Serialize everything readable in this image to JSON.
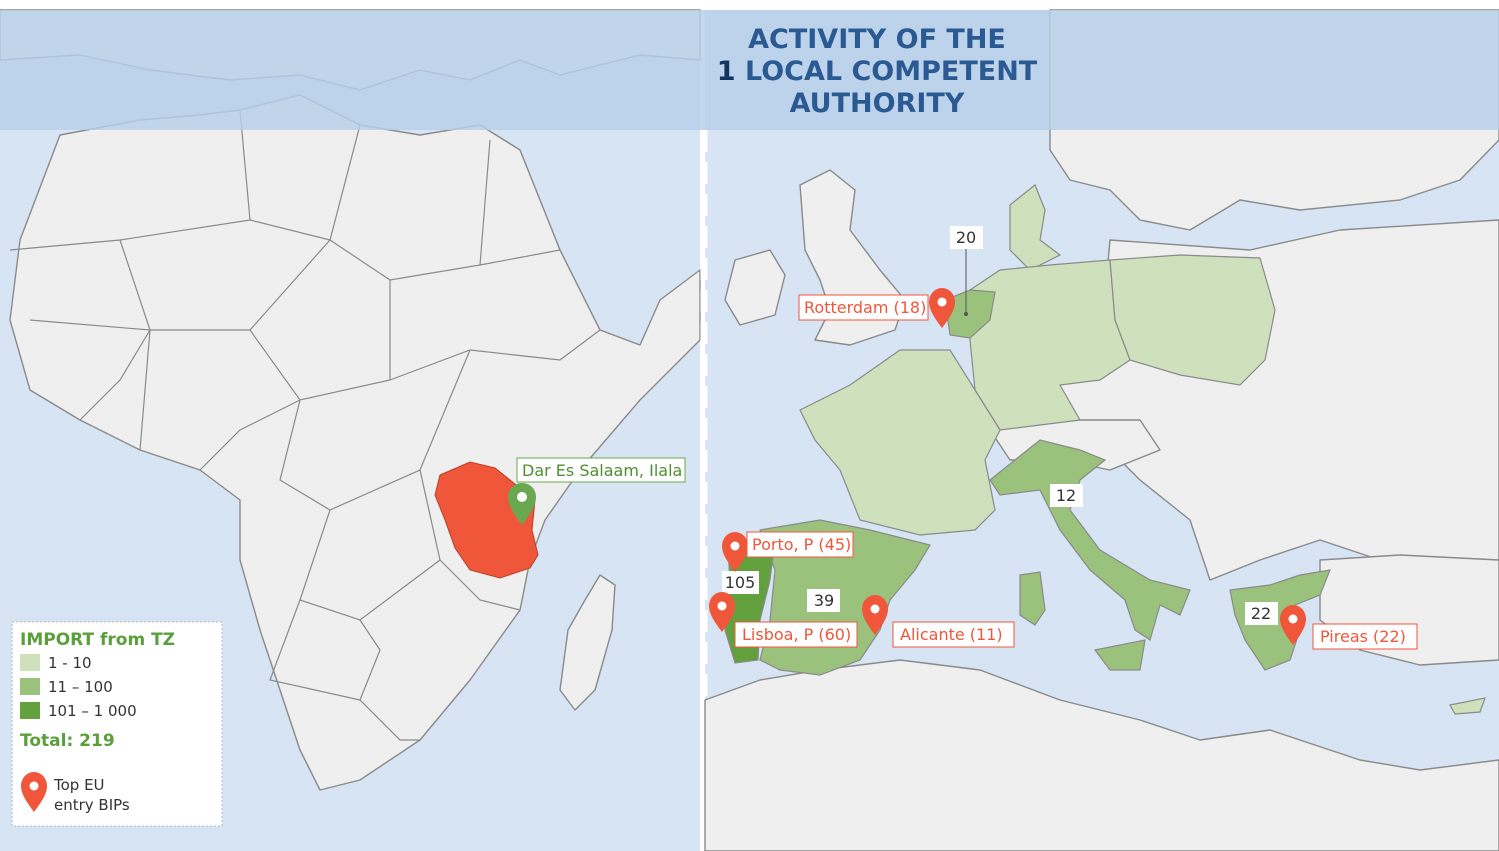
{
  "title": {
    "line1": "ACTIVITY OF THE",
    "number": "1",
    "line2": "LOCAL COMPETENT",
    "line3": "AUTHORITY"
  },
  "origin": {
    "country_code": "TZ",
    "label": "Dar Es Salaam, Ilala",
    "color": "#f0563a"
  },
  "legend": {
    "title": "IMPORT from TZ",
    "classes": [
      {
        "label": "1 - 10",
        "color": "#cfe0bd"
      },
      {
        "label": "11 – 100",
        "color": "#9bc27c"
      },
      {
        "label": "101 – 1 000",
        "color": "#62a13d"
      }
    ],
    "total_label": "Total:",
    "total_value": "219",
    "pin_caption_line1": "Top EU",
    "pin_caption_line2": "entry BIPs"
  },
  "country_values": [
    {
      "country": "Netherlands",
      "value": "20",
      "class": 2
    },
    {
      "country": "Italy",
      "value": "12",
      "class": 2
    },
    {
      "country": "Portugal",
      "value": "105",
      "class": 3
    },
    {
      "country": "Spain",
      "value": "39",
      "class": 2
    },
    {
      "country": "Greece",
      "value": "22",
      "class": 2
    },
    {
      "country": "Germany",
      "value": "",
      "class": 1
    },
    {
      "country": "Poland",
      "value": "",
      "class": 1
    },
    {
      "country": "France",
      "value": "",
      "class": 1
    },
    {
      "country": "Denmark",
      "value": "",
      "class": 1
    }
  ],
  "bips": [
    {
      "label": "Rotterdam (18)"
    },
    {
      "label": "Porto, P (45)"
    },
    {
      "label": "Lisboa, P (60)"
    },
    {
      "label": "Alicante (11)"
    },
    {
      "label": "Pireas (22)"
    }
  ],
  "colors": {
    "sea": "#d6e4f4",
    "sea_band": "#b7cfe9",
    "land": "#efefef",
    "accent_red": "#f0563a",
    "accent_green": "#6aa84f"
  }
}
